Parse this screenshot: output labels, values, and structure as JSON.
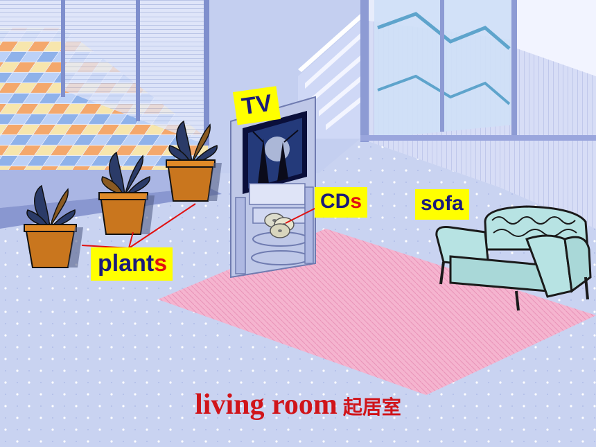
{
  "labels": {
    "tv": "TV",
    "cds": {
      "main": "CD",
      "suffix": "s"
    },
    "sofa": "sofa",
    "plants": {
      "main": "plant",
      "suffix": "s"
    }
  },
  "caption": {
    "english": "living room",
    "chinese": "起居室"
  },
  "colors": {
    "label_background": "#ffff00",
    "label_text": "#1a1a7a",
    "accent_red": "#e01010",
    "caption_red": "#d0141a",
    "rug_pink": "#f2a9c6",
    "floor_blue": "#c8d2f0",
    "sofa_teal": "#b7e3e3"
  },
  "icons": [
    "tv-icon",
    "cd-icon",
    "sofa-icon",
    "plant-icon",
    "staircase-icon",
    "window-blinds-icon"
  ]
}
